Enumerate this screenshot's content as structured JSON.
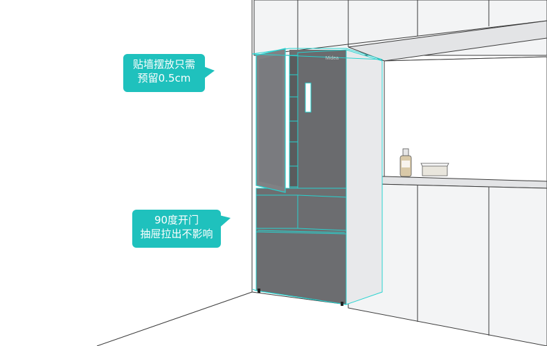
{
  "brand_label": "Midea",
  "callouts": {
    "top": {
      "line1": "贴墙摆放只需",
      "line2": "预留0.5cm"
    },
    "bottom": {
      "line1": "90度开门",
      "line2": "抽屉拉出不影响"
    }
  },
  "colors": {
    "callout_bg": "#1fc1bd",
    "outline": "#27d3d0",
    "fridge_body": "#6d6e70",
    "wall_fill": "#e3e4e6",
    "cabinet_fill": "#f3f4f5"
  }
}
